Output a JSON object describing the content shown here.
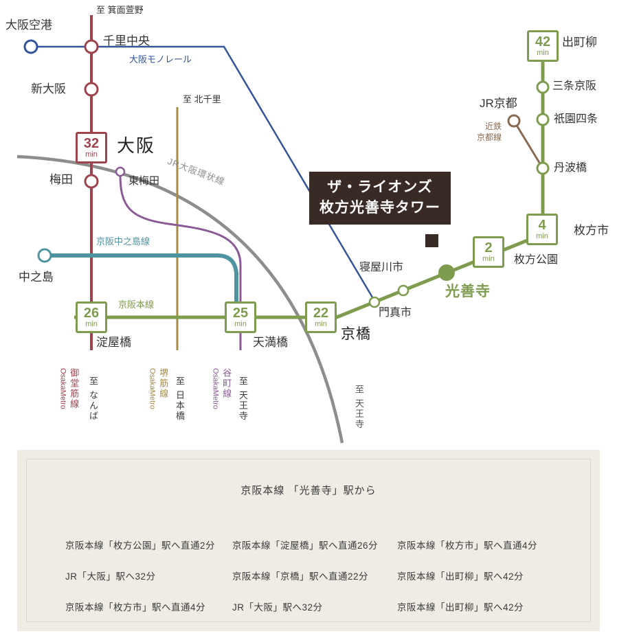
{
  "map": {
    "property": {
      "line1": "ザ・ライオンズ",
      "line2": "枚方光善寺タワー"
    },
    "lines": {
      "monorail": "大阪モノレール",
      "jr_loop": "JR大阪環状線",
      "nakanoshima": "京阪中之島線",
      "keihan_main": "京阪本線",
      "kintetsu_l1": "近鉄",
      "kintetsu_l2": "京都線",
      "midosuji_name": "御堂筋線",
      "midosuji_operator": "OsakaMetro",
      "sakaisuji_name": "堺筋線",
      "sakaisuji_operator": "OsakaMetro",
      "tanimachi_name": "谷町線",
      "tanimachi_operator": "OsakaMetro"
    },
    "directions": {
      "minoo": "至 箕面萱野",
      "kita_senri": "至 北千里",
      "namba": "至 なんば",
      "nipponbashi": "至 日本橋",
      "tennoji_tanimachi": "至 天王寺",
      "tennoji_jr": "至 天王寺"
    },
    "stations": {
      "osaka_airport": "大阪空港",
      "senri_chuo": "千里中央",
      "shin_osaka": "新大阪",
      "osaka": "大阪",
      "umeda": "梅田",
      "higashi_umeda": "東梅田",
      "nakanoshima": "中之島",
      "yodoyabashi": "淀屋橋",
      "temmabashi": "天満橋",
      "kyobashi": "京橋",
      "kadoma_shi": "門真市",
      "neyagawa_shi": "寝屋川市",
      "kozenji": "光善寺",
      "hirakata_koen": "枚方公園",
      "hirakata_shi": "枚方市",
      "tambabashi": "丹波橋",
      "gion_shijo": "祇園四条",
      "sanjo_keihan": "三条京阪",
      "jr_kyoto": "JR京都",
      "demachiyanagi": "出町柳"
    },
    "badges": {
      "osaka": {
        "value": "32",
        "unit": "min"
      },
      "yodoyabashi": {
        "value": "26",
        "unit": "min"
      },
      "temmabashi": {
        "value": "25",
        "unit": "min"
      },
      "kyobashi": {
        "value": "22",
        "unit": "min"
      },
      "hirakata_koen": {
        "value": "2",
        "unit": "min"
      },
      "hirakata_shi": {
        "value": "4",
        "unit": "min"
      },
      "demachiyanagi": {
        "value": "42",
        "unit": "min"
      }
    },
    "colors": {
      "jr_red": "#9e424c",
      "keihan_green": "#7e9c4d",
      "monorail_blue": "#33549b",
      "nakanoshima_teal": "#4e93a0",
      "tanimachi_purple": "#8b5a96",
      "sakaisuji_brown": "#a58a45",
      "kintetsu_brown": "#8a6a50",
      "jr_loop_gray": "#8d8d8d",
      "property_brown": "#3a2a26",
      "panel_beige": "#efece4"
    }
  },
  "info_panel": {
    "title": "京阪本線 「光善寺」駅から",
    "rows": [
      [
        "京阪本線「枚方公園」駅へ直通2分",
        "京阪本線「淀屋橋」駅へ直通26分",
        "京阪本線「枚方市」駅へ直通4分"
      ],
      [
        "JR「大阪」駅へ32分",
        "京阪本線「京橋」駅へ直通22分",
        "京阪本線「出町柳」駅へ42分"
      ],
      [
        "京阪本線「枚方市」駅へ直通4分",
        "JR「大阪」駅へ32分",
        "京阪本線「出町柳」駅へ42分"
      ]
    ]
  }
}
